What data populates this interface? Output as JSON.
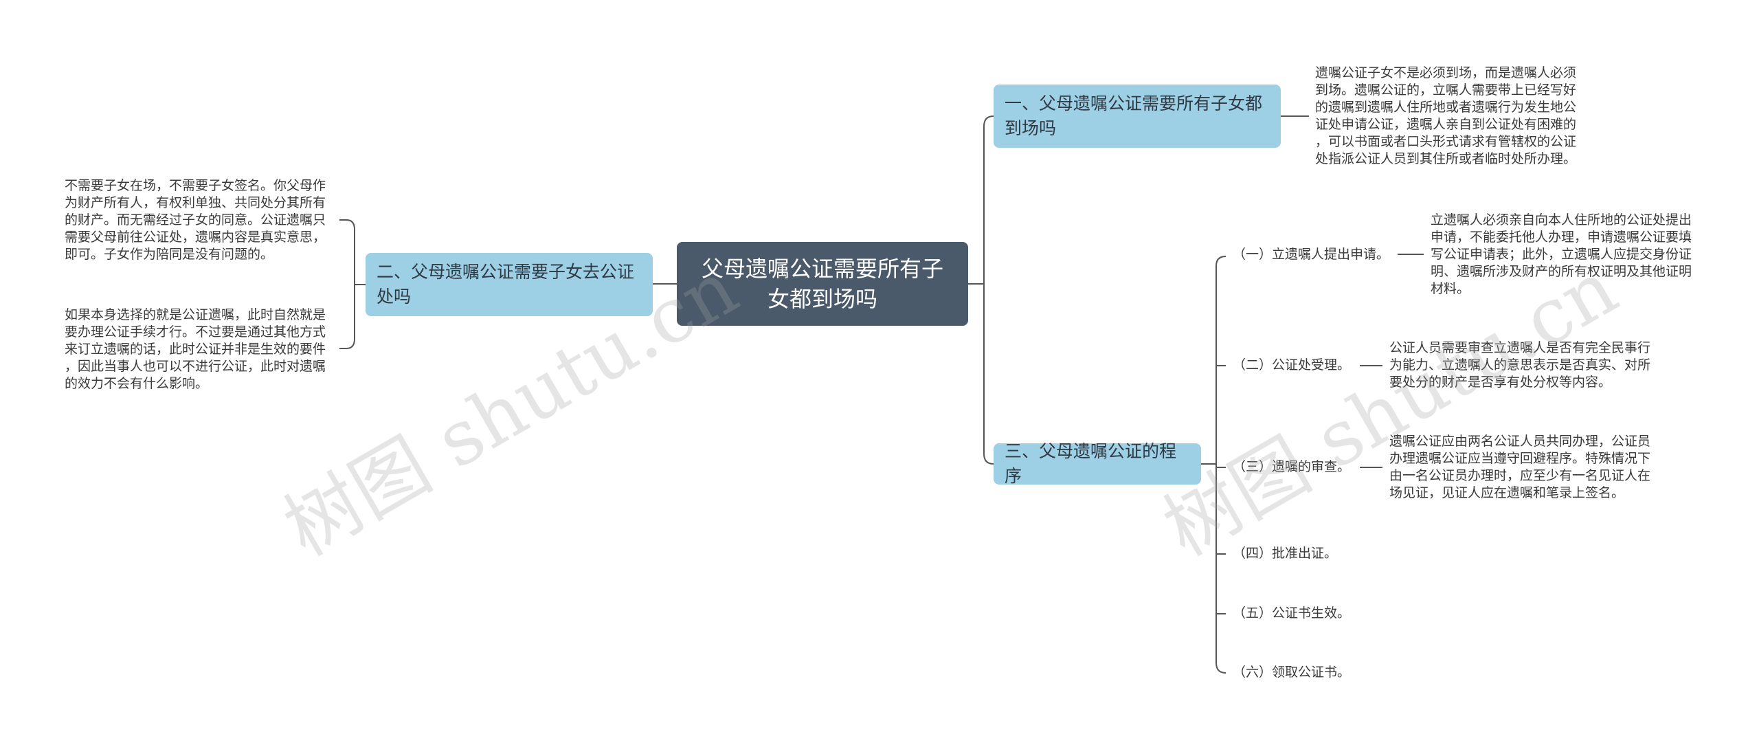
{
  "root": {
    "title": "父母遗嘱公证需要所有子女都到场吗"
  },
  "branches": {
    "b1": {
      "title": "一、父母遗嘱公证需要所有子女都到场吗",
      "lines": [
        "遗嘱公证子女不是必须到场，而是遗嘱人必须",
        "到场。遗嘱公证的，立嘱人需要带上已经写好",
        "的遗嘱到遗嘱人住所地或者遗嘱行为发生地公",
        "证处申请公证，遗嘱人亲自到公证处有困难的",
        "，可以书面或者口头形式请求有管辖权的公证",
        "处指派公证人员到其住所或者临时处所办理。"
      ]
    },
    "b2": {
      "title": "二、父母遗嘱公证需要子女去公证处吗",
      "para1": [
        "不需要子女在场，不需要子女签名。你父母作",
        "为财产所有人，有权利单独、共同处分其所有",
        "的财产。而无需经过子女的同意。公证遗嘱只",
        "需要父母前往公证处，遗嘱内容是真实意思，",
        "即可。子女作为陪同是没有问题的。"
      ],
      "para2": [
        "如果本身选择的就是公证遗嘱，此时自然就是",
        "要办理公证手续才行。不过要是通过其他方式",
        "来订立遗嘱的话，此时公证并非是生效的要件",
        "，因此当事人也可以不进行公证，此时对遗嘱",
        "的效力不会有什么影响。"
      ]
    },
    "b3": {
      "title": "三、父母遗嘱公证的程序",
      "steps": [
        {
          "label": "（一）立遗嘱人提出申请。",
          "lines": [
            "立遗嘱人必须亲自向本人住所地的公证处提出",
            "申请，不能委托他人办理，申请遗嘱公证要填",
            "写公证申请表；此外，立遗嘱人应提交身份证",
            "明、遗嘱所涉及财产的所有权证明及其他证明",
            "材料。"
          ]
        },
        {
          "label": "（二）公证处受理。",
          "lines": [
            "公证人员需要审查立遗嘱人是否有完全民事行",
            "为能力、立遗嘱人的意思表示是否真实、对所",
            "要处分的财产是否享有处分权等内容。"
          ]
        },
        {
          "label": "（三）遗嘱的审查。",
          "lines": [
            "遗嘱公证应由两名公证人员共同办理，公证员",
            "办理遗嘱公证应当遵守回避程序。特殊情况下",
            "由一名公证员办理时，应至少有一名见证人在",
            "场见证，见证人应在遗嘱和笔录上签名。"
          ]
        },
        {
          "label": "（四）批准出证。",
          "lines": []
        },
        {
          "label": "（五）公证书生效。",
          "lines": []
        },
        {
          "label": "（六）领取公证书。",
          "lines": []
        }
      ]
    }
  },
  "watermarks": [
    "树图 shutu.cn",
    "树图 shutu.cn"
  ],
  "colors": {
    "root": "#4a5a6a",
    "branch": "#9dcfe5",
    "connector": "#555555"
  }
}
